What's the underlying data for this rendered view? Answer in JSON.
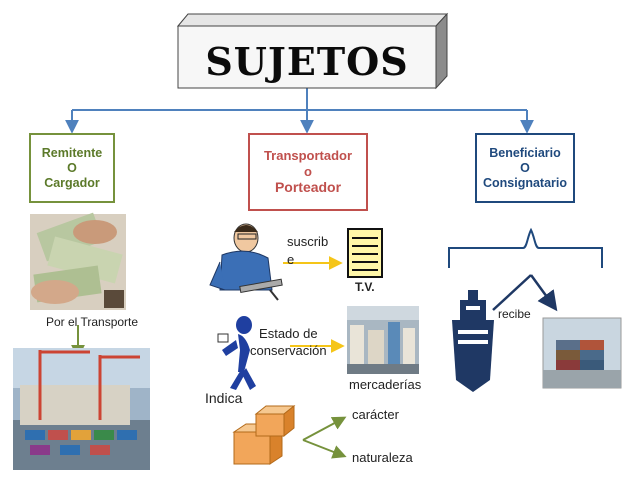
{
  "title": "SUJETOS",
  "nodes": {
    "remitente": {
      "line1": "Remitente",
      "line2": "O",
      "line3": "Cargador",
      "color": "#76923c"
    },
    "transportador": {
      "line1": "Transportador",
      "line2": "o",
      "line3": "Porteador",
      "color": "#c0504d"
    },
    "beneficiario": {
      "line1": "Beneficiario",
      "line2": "O",
      "line3": "Consignatario",
      "color": "#1f497d"
    }
  },
  "labels": {
    "por_transporte": "Por el Transporte",
    "suscribe": "suscrib\ne",
    "tv": "T.V.",
    "estado": "Estado de\nconservación",
    "mercaderias": "mercaderías",
    "indica": "Indica",
    "caracter": "carácter",
    "naturaleza": "naturaleza",
    "recibe": "recibe"
  },
  "colors": {
    "connector": "#4f81bd",
    "arrow_yellow": "#f5c518",
    "arrow_green": "#76923c",
    "ship": "#1f3864"
  },
  "icons": [
    "money-icon",
    "port-icon",
    "man-desk-icon",
    "document-icon",
    "walking-man-icon",
    "warehouse-icon",
    "boxes-icon",
    "ship-icon",
    "containers-icon"
  ]
}
